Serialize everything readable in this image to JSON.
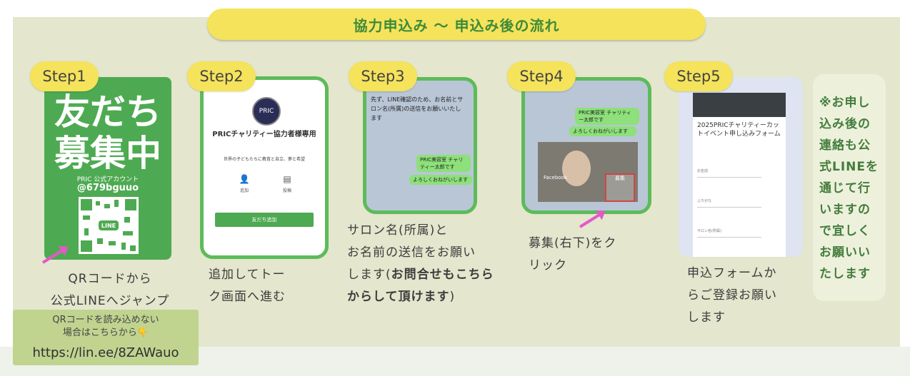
{
  "title": "協力申込み 〜 申込み後の流れ",
  "steps": [
    {
      "badge": "Step1",
      "caption": [
        "QRコードから",
        "公式LINEへジャンプ"
      ]
    },
    {
      "badge": "Step2",
      "caption": [
        "追加してトー",
        "ク画面へ進む"
      ]
    },
    {
      "badge": "Step3",
      "caption": [
        "サロン名(所属)と",
        "お名前の送信をお願い",
        "します("
      ],
      "caption_bold": [
        "お問合せもこちら",
        "からして頂けます"
      ],
      "caption_end": ")"
    },
    {
      "badge": "Step4",
      "caption": [
        "募集(右下)をク",
        "リック"
      ]
    },
    {
      "badge": "Step5",
      "caption": [
        "申込フォームか",
        "らご登録お願い",
        "します"
      ]
    }
  ],
  "step1_card": {
    "line1": "友だち",
    "line2": "募集中",
    "account": "PRIC 公式アカウント",
    "line_id": "@679bguuo",
    "qr_label": "LINE"
  },
  "step2_card": {
    "name": "PRICチャリティー協力者様専用",
    "desc": "世界の子どもたちに教育と自立、夢と希望",
    "add_label": "追加",
    "post_label": "投稿",
    "button": "友だち追加"
  },
  "step3_card": {
    "chat": "先ず、LINE確認のため、お名前とサロン名(所属)の送信をお願いいたします",
    "bubble1": "PRIC美容室 チャリティー太郎です",
    "bubble2": "よろしくおねがいします"
  },
  "step4_card": {
    "bubble1": "PRIC美容室 チャリティー太郎です",
    "bubble2": "よろしくおねがいします",
    "facebook": "Facebook",
    "recruit": "募集"
  },
  "step5_card": {
    "form_title": "2025PRICチャリティーカットイベント申し込みフォーム",
    "field1": "お名前",
    "field2": "ふりがな",
    "field3": "サロン名(所属)"
  },
  "note": "※お申し込み後の連絡も公式LINEを通じて行いますので宜しくお願いいたします",
  "qr_help": {
    "notice_line1": "QRコードを読み込めない",
    "notice_line2": "場合はこちらから👇",
    "url": "https://lin.ee/8ZAWauo"
  },
  "colors": {
    "panel": "#e4e6cd",
    "accent_yellow": "#f4e35b",
    "brand_green": "#4eaa52",
    "title_text": "#3e8a3a",
    "pointer": "#e458c8"
  }
}
